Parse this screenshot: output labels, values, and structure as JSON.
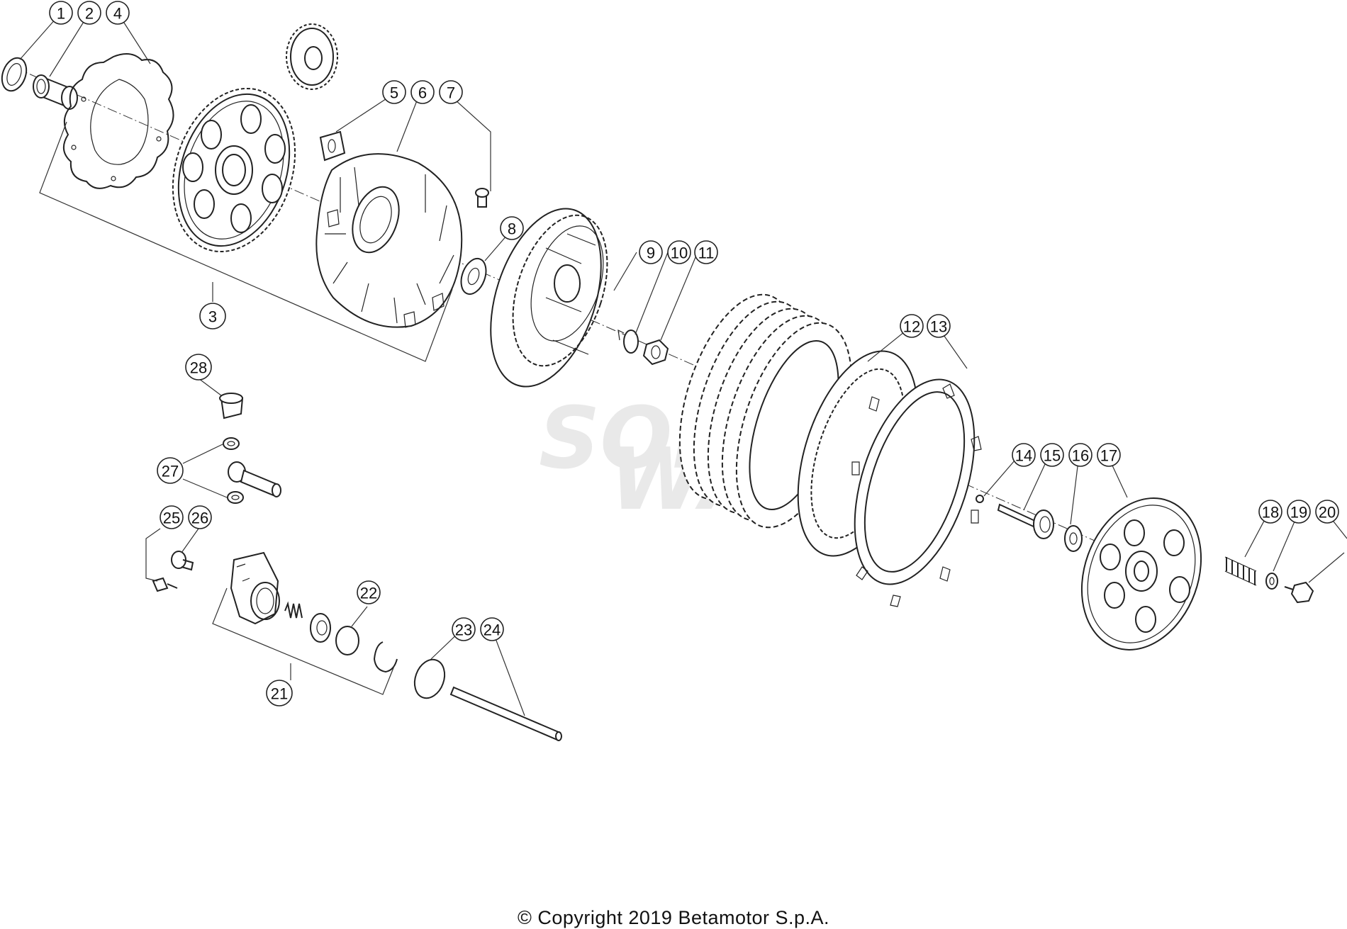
{
  "copyright": "© Copyright 2019 Betamotor S.p.A.",
  "watermark": [
    "SOFT",
    "WAY"
  ],
  "callouts": [
    "1",
    "2",
    "3",
    "4",
    "5",
    "6",
    "7",
    "8",
    "9",
    "10",
    "11",
    "12",
    "13",
    "14",
    "15",
    "16",
    "17",
    "18",
    "19",
    "20",
    "21",
    "22",
    "23",
    "24",
    "25",
    "26",
    "27",
    "28"
  ],
  "colors": {
    "ink": "#222222",
    "background": "#ffffff",
    "watermark": "#e9e9e9"
  }
}
